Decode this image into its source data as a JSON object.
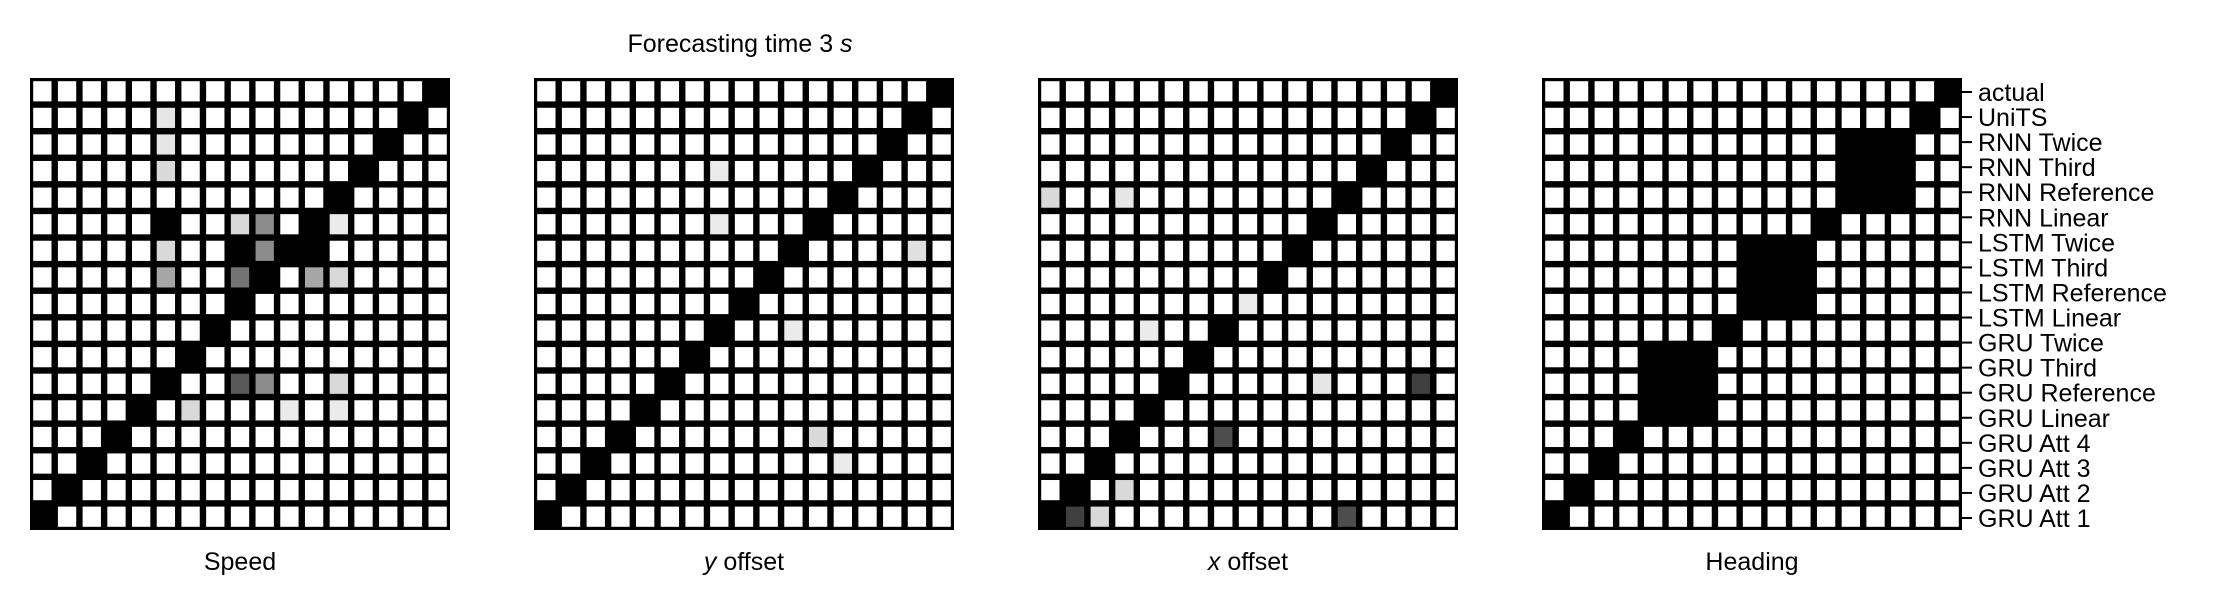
{
  "figure_title": "Forecasting time 3 ",
  "figure_title_unit": "s",
  "chart_data": [
    {
      "type": "heatmap",
      "title": "",
      "xlabel": "Speed",
      "xlabel_var": "",
      "ylabel": "",
      "size": 17,
      "colormap": "grayscale: 1 = white, 0 = black",
      "grid": true,
      "cells": [
        {
          "row": 4,
          "col": 6,
          "value": 0.85
        },
        {
          "row": 4,
          "col": 10,
          "value": 0.92
        },
        {
          "row": 4,
          "col": 12,
          "value": 0.92
        },
        {
          "row": 5,
          "col": 8,
          "value": 0.35
        },
        {
          "row": 5,
          "col": 9,
          "value": 0.55
        },
        {
          "row": 5,
          "col": 12,
          "value": 0.85
        },
        {
          "row": 9,
          "col": 5,
          "value": 0.65
        },
        {
          "row": 9,
          "col": 8,
          "value": 0.45
        },
        {
          "row": 9,
          "col": 11,
          "value": 0.65
        },
        {
          "row": 9,
          "col": 12,
          "value": 0.85
        },
        {
          "row": 10,
          "col": 5,
          "value": 0.85
        },
        {
          "row": 10,
          "col": 8,
          "value": 0.0
        },
        {
          "row": 10,
          "col": 9,
          "value": 0.55
        },
        {
          "row": 10,
          "col": 11,
          "value": 0.0
        },
        {
          "row": 11,
          "col": 5,
          "value": 0.0
        },
        {
          "row": 11,
          "col": 8,
          "value": 0.85
        },
        {
          "row": 11,
          "col": 9,
          "value": 0.55
        },
        {
          "row": 11,
          "col": 12,
          "value": 0.92
        },
        {
          "row": 13,
          "col": 5,
          "value": 0.85
        },
        {
          "row": 14,
          "col": 5,
          "value": 0.9
        },
        {
          "row": 15,
          "col": 5,
          "value": 0.9
        }
      ]
    },
    {
      "type": "heatmap",
      "title": "",
      "xlabel": "offset",
      "xlabel_var": "y",
      "ylabel": "",
      "size": 17,
      "colormap": "grayscale: 1 = white, 0 = black",
      "grid": true,
      "cells": [
        {
          "row": 3,
          "col": 11,
          "value": 0.85
        },
        {
          "row": 10,
          "col": 15,
          "value": 0.88
        },
        {
          "row": 13,
          "col": 7,
          "value": 0.92
        },
        {
          "row": 11,
          "col": 7,
          "value": 0.92
        },
        {
          "row": 7,
          "col": 10,
          "value": 0.92
        },
        {
          "row": 2,
          "col": 12,
          "value": 0.92
        }
      ]
    },
    {
      "type": "heatmap",
      "title": "",
      "xlabel": "offset",
      "xlabel_var": "x",
      "ylabel": "",
      "size": 17,
      "colormap": "grayscale: 1 = white, 0 = black",
      "grid": true,
      "cells": [
        {
          "row": 3,
          "col": 7,
          "value": 0.3
        },
        {
          "row": 0,
          "col": 12,
          "value": 0.3
        },
        {
          "row": 1,
          "col": 3,
          "value": 0.85
        },
        {
          "row": 0,
          "col": 2,
          "value": 0.85
        },
        {
          "row": 0,
          "col": 1,
          "value": 0.25
        },
        {
          "row": 12,
          "col": 0,
          "value": 0.85
        },
        {
          "row": 12,
          "col": 3,
          "value": 0.9
        },
        {
          "row": 5,
          "col": 15,
          "value": 0.25
        },
        {
          "row": 5,
          "col": 11,
          "value": 0.9
        },
        {
          "row": 8,
          "col": 8,
          "value": 0.92
        },
        {
          "row": 7,
          "col": 4,
          "value": 0.92
        }
      ]
    },
    {
      "type": "heatmap",
      "title": "",
      "xlabel": "Heading",
      "xlabel_var": "",
      "ylabel": "",
      "size": 17,
      "colormap": "grayscale: 1 = white, 0 = black",
      "grid": true,
      "block_groups": [
        [
          4,
          5,
          6
        ],
        [
          8,
          9,
          10
        ],
        [
          12,
          13,
          14
        ]
      ],
      "tick_labels": [
        "GRU Att 1",
        "GRU Att 2",
        "GRU Att 3",
        "GRU Att 4",
        "GRU Linear",
        "GRU Reference",
        "GRU Third",
        "GRU Twice",
        "LSTM Linear",
        "LSTM Reference",
        "LSTM Third",
        "LSTM Twice",
        "RNN Linear",
        "RNN Reference",
        "RNN Third",
        "RNN Twice",
        "UniTS",
        "actual"
      ],
      "cells": []
    }
  ],
  "colors": {
    "grid": "#000000",
    "background": "#ffffff",
    "text": "#000000"
  }
}
